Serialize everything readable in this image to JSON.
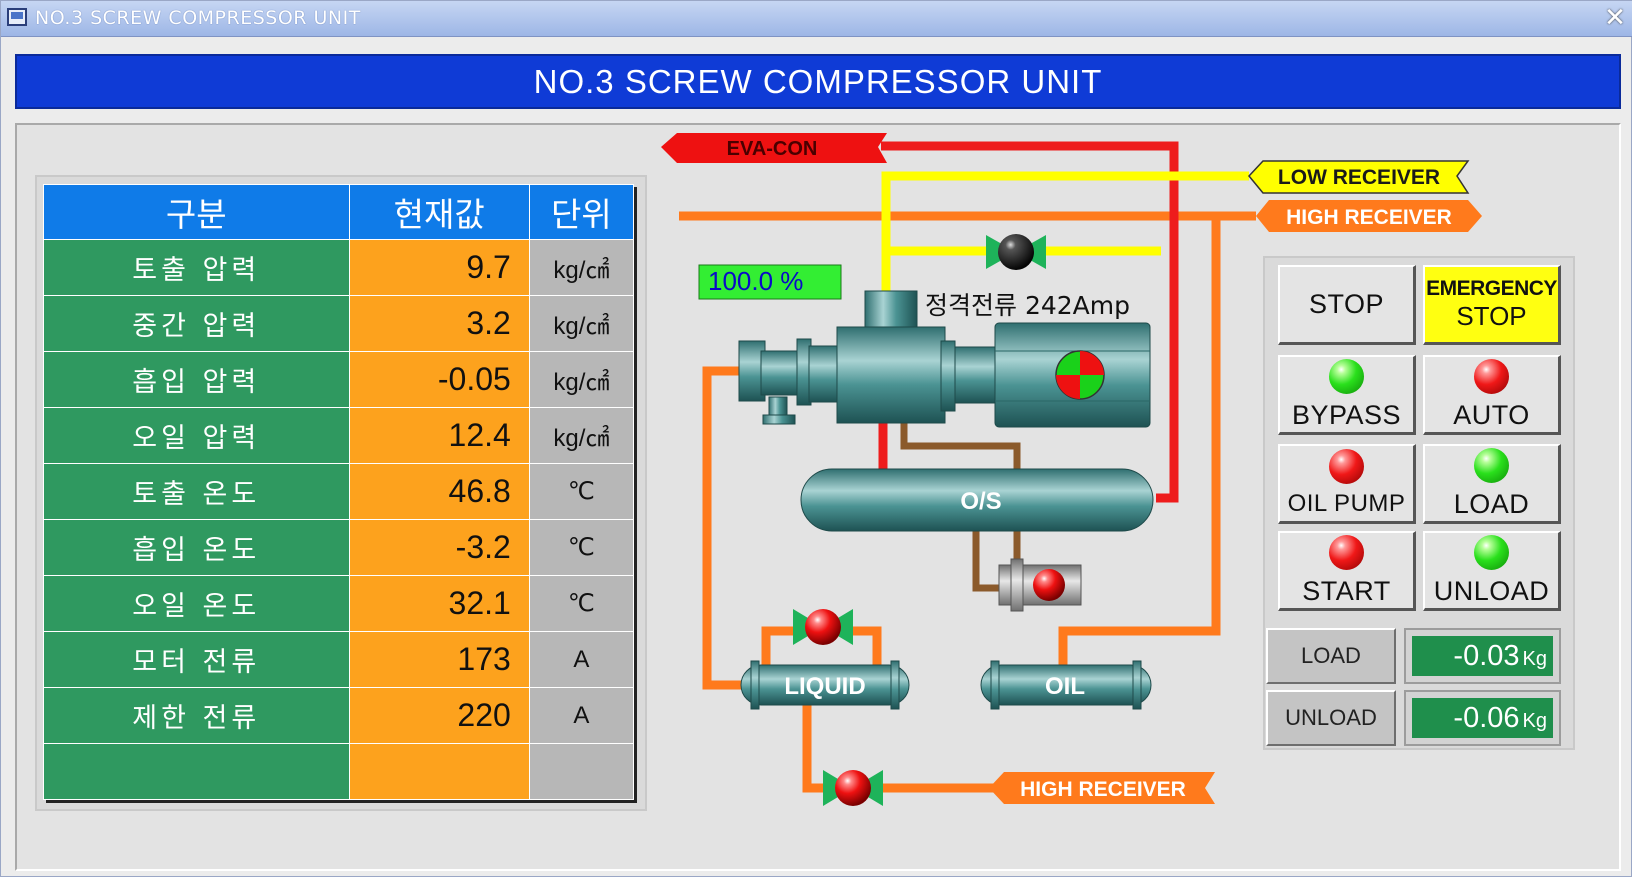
{
  "window": {
    "title": "NO.3 SCREW COMPRESSOR UNIT",
    "close_glyph": "✕"
  },
  "header": {
    "title": "NO.3 SCREW COMPRESSOR UNIT"
  },
  "table": {
    "headers": [
      "구분",
      "현재값",
      "단위"
    ],
    "rows": [
      {
        "name": "토출 압력",
        "value": "9.7",
        "unit": "kg/㎠"
      },
      {
        "name": "중간 압력",
        "value": "3.2",
        "unit": "kg/㎠"
      },
      {
        "name": "흡입 압력",
        "value": "-0.05",
        "unit": "kg/㎠"
      },
      {
        "name": "오일 압력",
        "value": "12.4",
        "unit": "kg/㎠"
      },
      {
        "name": "토출 온도",
        "value": "46.8",
        "unit": "℃"
      },
      {
        "name": "흡입 온도",
        "value": "-3.2",
        "unit": "℃"
      },
      {
        "name": "오일 온도",
        "value": "32.1",
        "unit": "℃"
      },
      {
        "name": "모터 전류",
        "value": "173",
        "unit": "A"
      },
      {
        "name": "제한 전류",
        "value": "220",
        "unit": "A"
      },
      {
        "name": "",
        "value": "",
        "unit": ""
      }
    ]
  },
  "diagram": {
    "eva_con_label": "EVA-CON",
    "low_receiver_label": "LOW RECEIVER",
    "high_receiver_top_label": "HIGH RECEIVER",
    "high_receiver_bottom_label": "HIGH RECEIVER",
    "load_percent": "100.0  %",
    "rated_current_label": "정격전류 242Amp",
    "oil_separator_label": "O/S",
    "liquid_label": "LIQUID",
    "oil_label": "OIL",
    "colors": {
      "eva_con_line": "#ee1c1c",
      "low_receiver_line": "#ffff00",
      "high_receiver_line": "#ff7a1c",
      "oil_line": "#8b5a2b",
      "vessel": "#3f8a8a"
    }
  },
  "controls": {
    "stop": "STOP",
    "emergency_line1": "EMERGENCY",
    "emergency_line2": "STOP",
    "bypass": {
      "label": "BYPASS",
      "lamp": "green"
    },
    "auto": {
      "label": "AUTO",
      "lamp": "red"
    },
    "oil_pump": {
      "label": "OIL PUMP",
      "lamp": "red"
    },
    "load": {
      "label": "LOAD",
      "lamp": "green"
    },
    "start": {
      "label": "START",
      "lamp": "red"
    },
    "unload": {
      "label": "UNLOAD",
      "lamp": "green"
    }
  },
  "setpoints": {
    "load": {
      "label": "LOAD",
      "value": "-0.03",
      "unit": "Kg"
    },
    "unload": {
      "label": "UNLOAD",
      "value": "-0.06",
      "unit": "Kg"
    }
  }
}
